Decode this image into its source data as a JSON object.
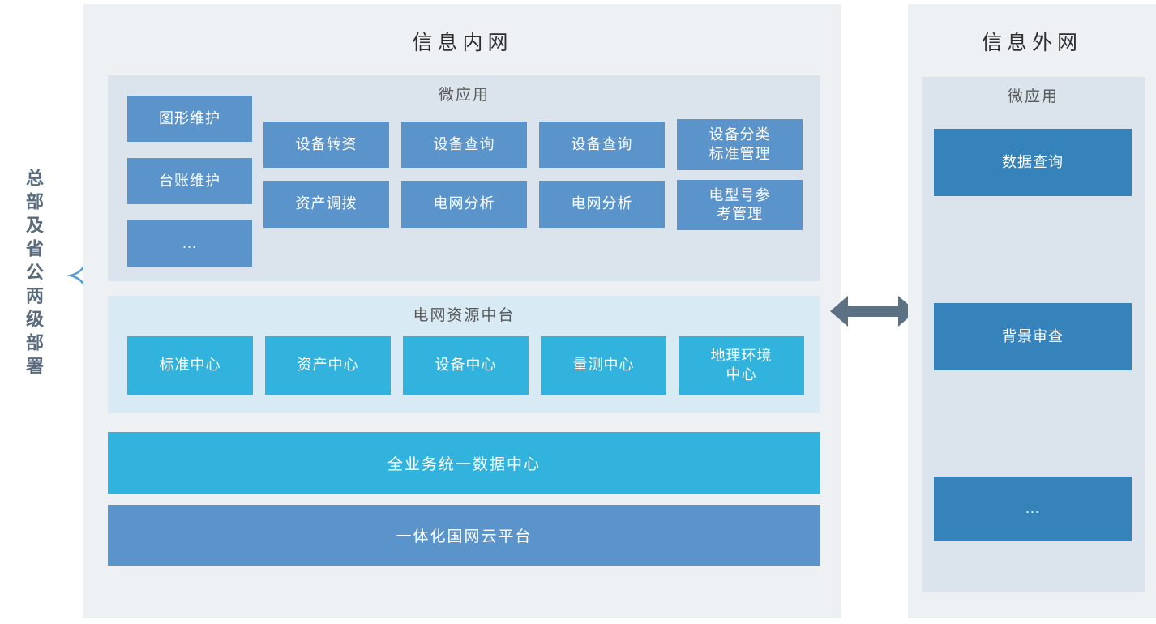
{
  "deployment_scope": {
    "label": "总部及省公两级部署"
  },
  "intranet": {
    "title": "信息内网",
    "micro_apps": {
      "title": "微应用",
      "side_items": [
        "图形维护",
        "台账维护",
        "..."
      ],
      "grid_rows": [
        [
          "设备转资",
          "设备查询",
          "设备查询",
          "设备分类\n标准管理"
        ],
        [
          "资产调拨",
          "电网分析",
          "电网分析",
          "电型号参\n考管理"
        ]
      ]
    },
    "resource_platform": {
      "title": "电网资源中台",
      "centers": [
        "标准中心",
        "资产中心",
        "设备中心",
        "量测中心",
        "地理环境\n中心"
      ]
    },
    "data_center_bar": "全业务统一数据中心",
    "cloud_platform_bar": "一体化国网云平台"
  },
  "extranet": {
    "title": "信息外网",
    "micro_apps": {
      "title": "微应用",
      "items": [
        "数据查询",
        "背景审查",
        "..."
      ]
    }
  },
  "colors": {
    "panel_bg": "#eef1f3",
    "section_bg": "#dbe4ec",
    "platform_section_bg": "#d8eaf3",
    "box_blue": "#5b93cb",
    "box_cyan": "#31b3de",
    "box_dark_blue": "#3583ba",
    "arrow": "#5c7184",
    "brace": "#5b9bd5",
    "side_text": "#5a6b7e"
  }
}
